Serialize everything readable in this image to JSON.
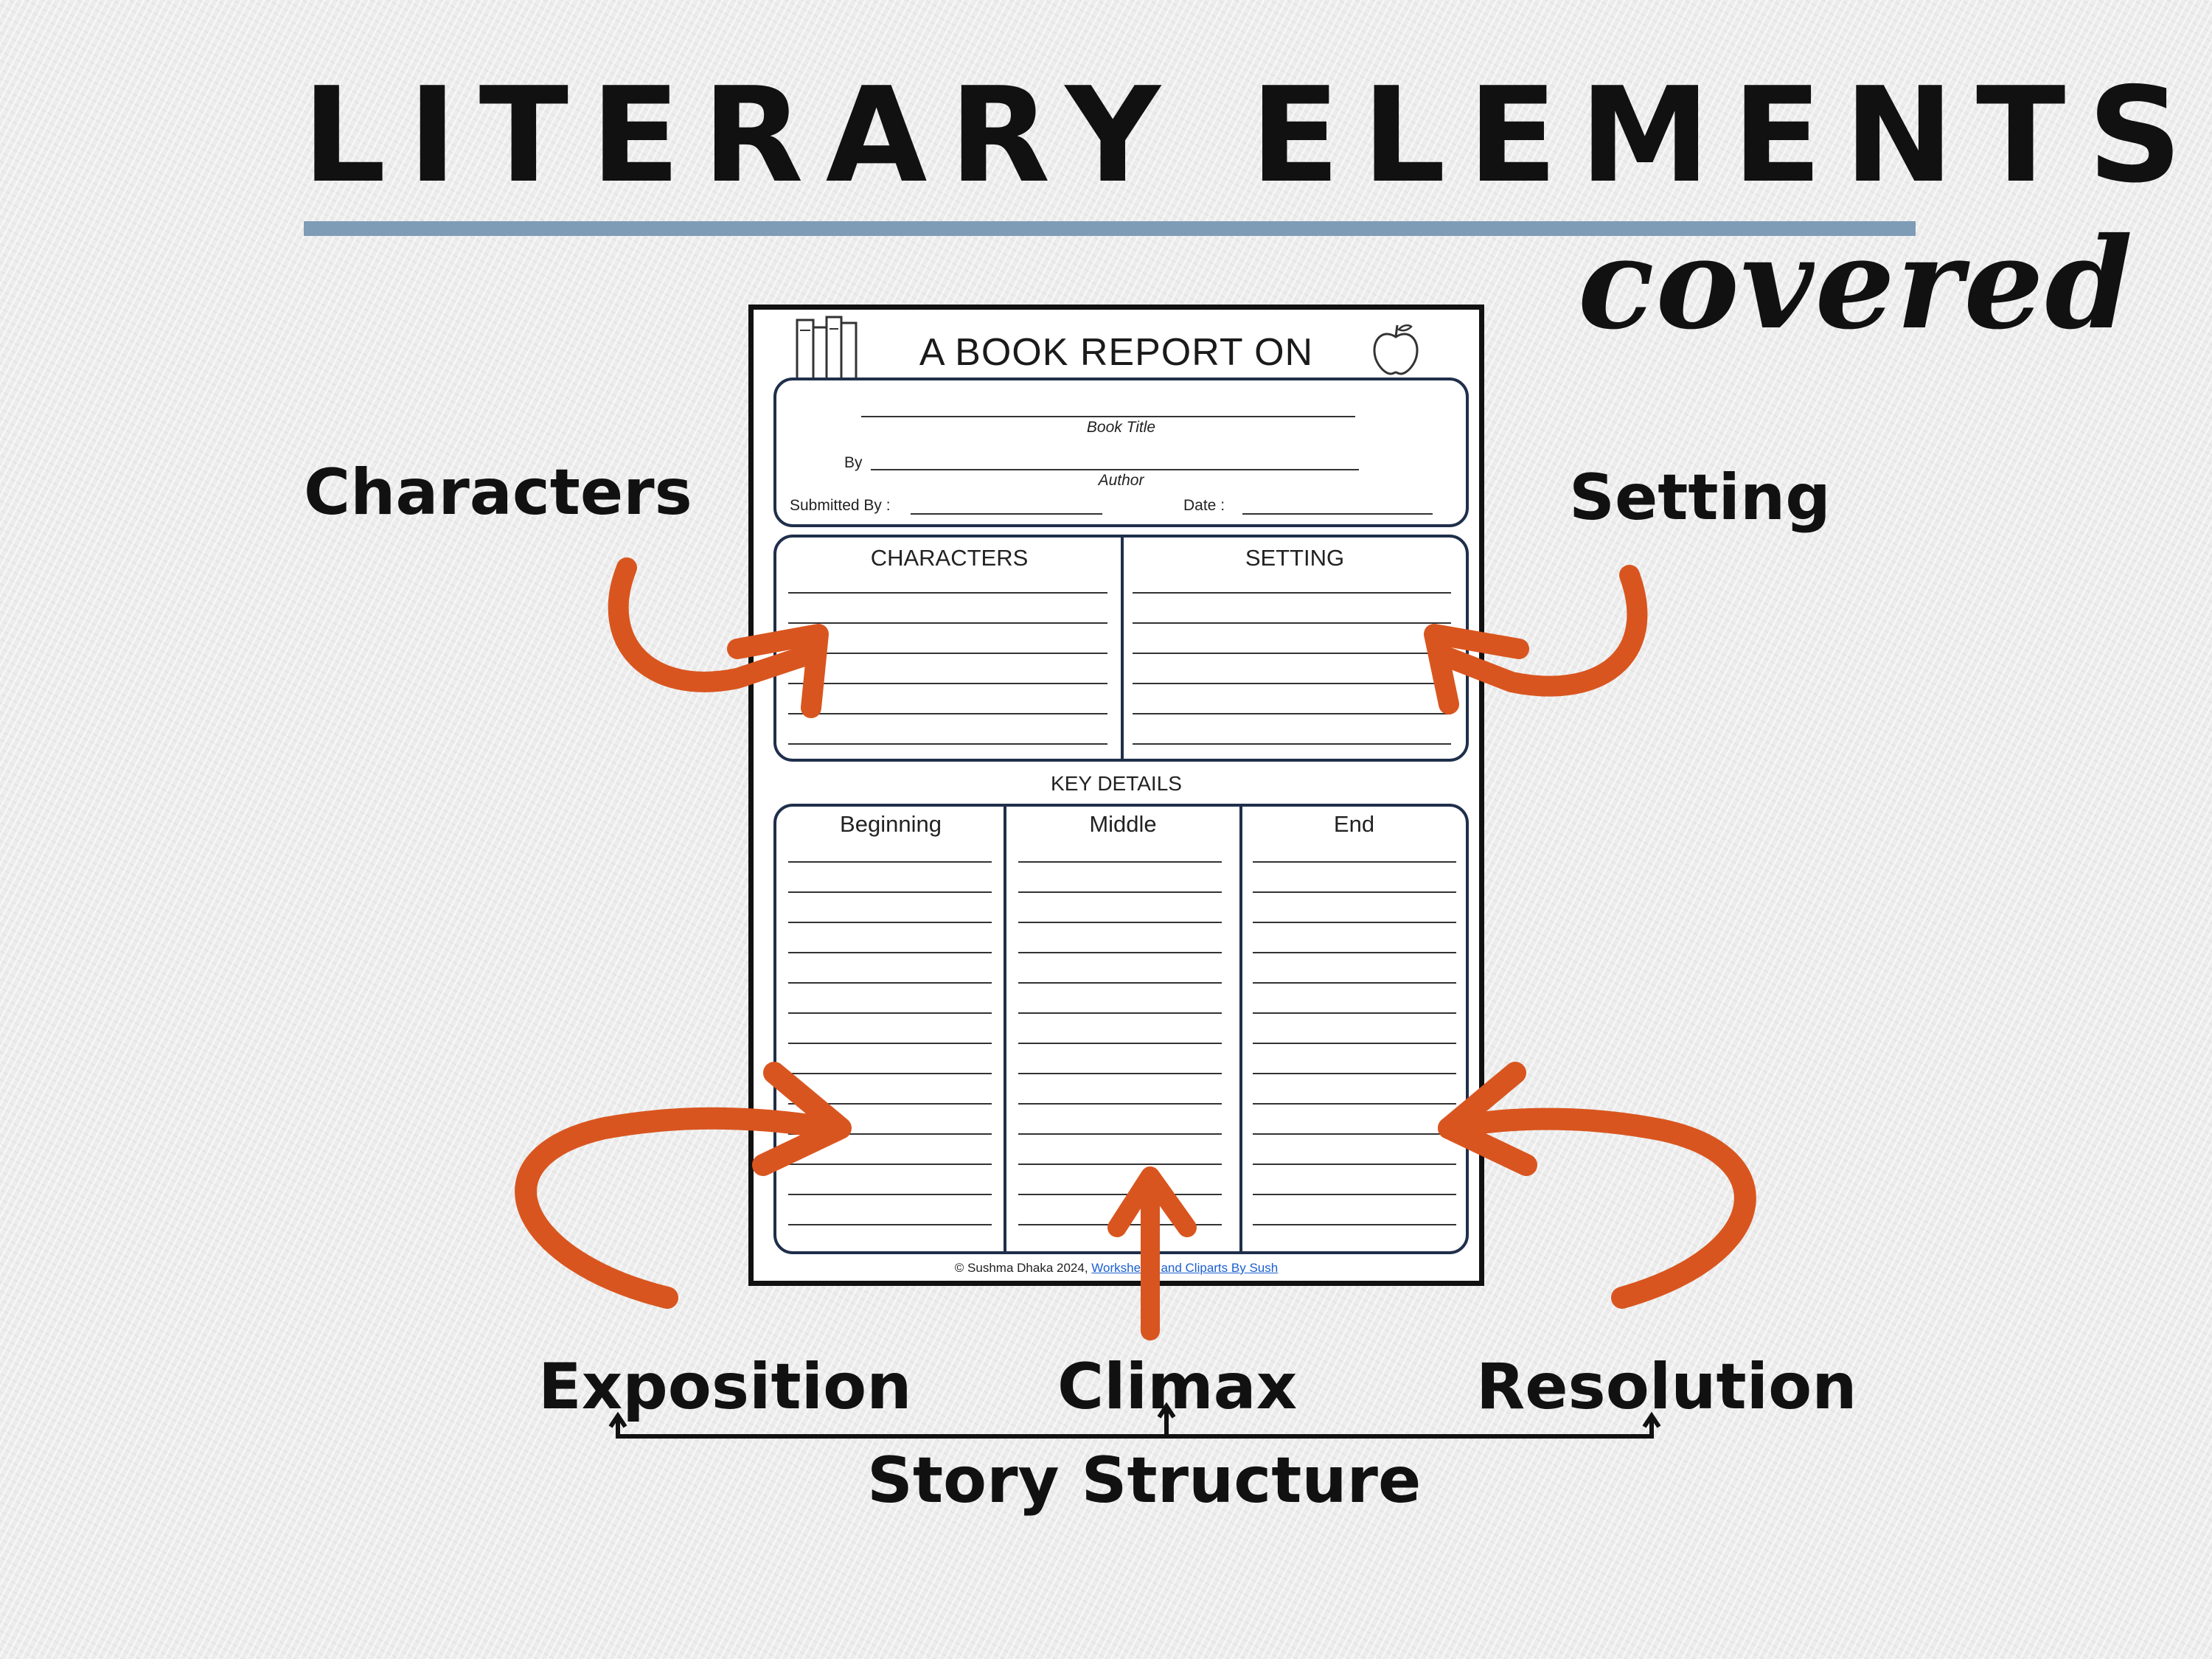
{
  "headline": {
    "title": "LITERARY ELEMENTS",
    "subtitle": "covered",
    "rule_color": "#7e9cb6"
  },
  "callouts": {
    "characters": "Characters",
    "setting": "Setting",
    "exposition": "Exposition",
    "climax": "Climax",
    "resolution": "Resolution",
    "story_structure": "Story Structure"
  },
  "worksheet": {
    "title": "A BOOK REPORT ON",
    "icons": [
      "books-icon",
      "apple-icon"
    ],
    "book_title_label": "Book Title",
    "by_label": "By",
    "author_label": "Author",
    "submitted_by_label": "Submitted By :",
    "date_label": "Date :",
    "characters_heading": "CHARACTERS",
    "setting_heading": "SETTING",
    "key_details_heading": "KEY DETAILS",
    "beginning_heading": "Beginning",
    "middle_heading": "Middle",
    "end_heading": "End",
    "footer_copyright": "© Sushma Dhaka 2024,",
    "footer_link": "Worksheets and Cliparts By Sush"
  },
  "colors": {
    "arrow": "#d9551f",
    "box_border": "#1f2f4b"
  }
}
